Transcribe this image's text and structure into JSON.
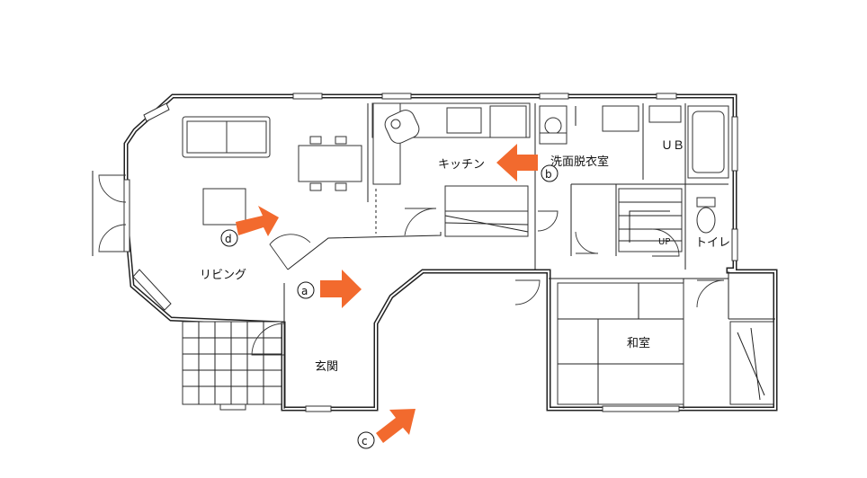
{
  "rooms": {
    "living": "リビング",
    "kitchen": "キッチン",
    "washroom": "洗面脱衣室",
    "bath": "ＵＢ",
    "toilet": "トイレ",
    "stairs_up": "UP",
    "entrance": "玄関",
    "japanese_room": "和室"
  },
  "markers": [
    {
      "id": "a",
      "label": "a"
    },
    {
      "id": "b",
      "label": "b"
    },
    {
      "id": "c",
      "label": "c"
    },
    {
      "id": "d",
      "label": "d"
    }
  ],
  "colors": {
    "arrow": "#f26a2e",
    "wall": "#222222",
    "background": "#ffffff"
  }
}
